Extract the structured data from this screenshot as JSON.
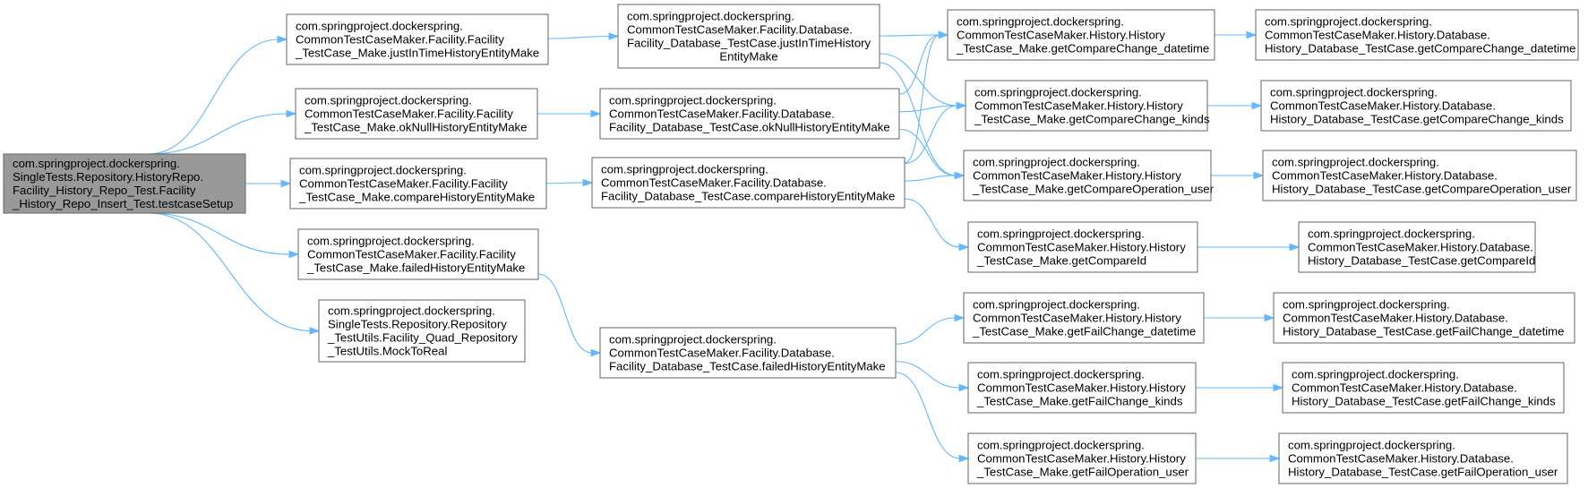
{
  "diagram": {
    "nodes": [
      {
        "id": "n0",
        "root": true,
        "lines": [
          "com.springproject.dockerspring.",
          "SingleTests.Repository.HistoryRepo.",
          "Facility_History_Repo_Test.Facility",
          "_History_Repo_Insert_Test.testcaseSetup"
        ]
      },
      {
        "id": "n1",
        "lines": [
          "com.springproject.dockerspring.",
          "CommonTestCaseMaker.Facility.Facility",
          "_TestCase_Make.justInTimeHistoryEntityMake"
        ]
      },
      {
        "id": "n2",
        "lines": [
          "com.springproject.dockerspring.",
          "CommonTestCaseMaker.Facility.Facility",
          "_TestCase_Make.okNullHistoryEntityMake"
        ]
      },
      {
        "id": "n3",
        "lines": [
          "com.springproject.dockerspring.",
          "CommonTestCaseMaker.Facility.Facility",
          "_TestCase_Make.compareHistoryEntityMake"
        ]
      },
      {
        "id": "n4",
        "lines": [
          "com.springproject.dockerspring.",
          "CommonTestCaseMaker.Facility.Facility",
          "_TestCase_Make.failedHistoryEntityMake"
        ]
      },
      {
        "id": "n5",
        "lines": [
          "com.springproject.dockerspring.",
          "SingleTests.Repository.Repository",
          "_TestUtils.Facility_Quad_Repository",
          "_TestUtils.MockToReal"
        ]
      },
      {
        "id": "n6",
        "lines": [
          "com.springproject.dockerspring.",
          "CommonTestCaseMaker.Facility.Database.",
          "Facility_Database_TestCase.justInTimeHistory",
          "EntityMake"
        ]
      },
      {
        "id": "n7",
        "lines": [
          "com.springproject.dockerspring.",
          "CommonTestCaseMaker.Facility.Database.",
          "Facility_Database_TestCase.okNullHistoryEntityMake"
        ]
      },
      {
        "id": "n8",
        "lines": [
          "com.springproject.dockerspring.",
          "CommonTestCaseMaker.Facility.Database.",
          "Facility_Database_TestCase.compareHistoryEntityMake"
        ]
      },
      {
        "id": "n9",
        "lines": [
          "com.springproject.dockerspring.",
          "CommonTestCaseMaker.Facility.Database.",
          "Facility_Database_TestCase.failedHistoryEntityMake"
        ]
      },
      {
        "id": "n10",
        "lines": [
          "com.springproject.dockerspring.",
          "CommonTestCaseMaker.History.History",
          "_TestCase_Make.getCompareChange_datetime"
        ]
      },
      {
        "id": "n11",
        "lines": [
          "com.springproject.dockerspring.",
          "CommonTestCaseMaker.History.History",
          "_TestCase_Make.getCompareChange_kinds"
        ]
      },
      {
        "id": "n12",
        "lines": [
          "com.springproject.dockerspring.",
          "CommonTestCaseMaker.History.History",
          "_TestCase_Make.getCompareOperation_user"
        ]
      },
      {
        "id": "n13",
        "lines": [
          "com.springproject.dockerspring.",
          "CommonTestCaseMaker.History.History",
          "_TestCase_Make.getCompareId"
        ]
      },
      {
        "id": "n14",
        "lines": [
          "com.springproject.dockerspring.",
          "CommonTestCaseMaker.History.History",
          "_TestCase_Make.getFailChange_datetime"
        ]
      },
      {
        "id": "n15",
        "lines": [
          "com.springproject.dockerspring.",
          "CommonTestCaseMaker.History.History",
          "_TestCase_Make.getFailChange_kinds"
        ]
      },
      {
        "id": "n16",
        "lines": [
          "com.springproject.dockerspring.",
          "CommonTestCaseMaker.History.History",
          "_TestCase_Make.getFailOperation_user"
        ]
      },
      {
        "id": "n17",
        "lines": [
          "com.springproject.dockerspring.",
          "CommonTestCaseMaker.History.Database.",
          "History_Database_TestCase.getCompareChange_datetime"
        ]
      },
      {
        "id": "n18",
        "lines": [
          "com.springproject.dockerspring.",
          "CommonTestCaseMaker.History.Database.",
          "History_Database_TestCase.getCompareChange_kinds"
        ]
      },
      {
        "id": "n19",
        "lines": [
          "com.springproject.dockerspring.",
          "CommonTestCaseMaker.History.Database.",
          "History_Database_TestCase.getCompareOperation_user"
        ]
      },
      {
        "id": "n20",
        "lines": [
          "com.springproject.dockerspring.",
          "CommonTestCaseMaker.History.Database.",
          "History_Database_TestCase.getCompareId"
        ]
      },
      {
        "id": "n21",
        "lines": [
          "com.springproject.dockerspring.",
          "CommonTestCaseMaker.History.Database.",
          "History_Database_TestCase.getFailChange_datetime"
        ]
      },
      {
        "id": "n22",
        "lines": [
          "com.springproject.dockerspring.",
          "CommonTestCaseMaker.History.Database.",
          "History_Database_TestCase.getFailChange_kinds"
        ]
      },
      {
        "id": "n23",
        "lines": [
          "com.springproject.dockerspring.",
          "CommonTestCaseMaker.History.Database.",
          "History_Database_TestCase.getFailOperation_user"
        ]
      }
    ],
    "edges": [
      [
        "n0",
        "n1"
      ],
      [
        "n0",
        "n2"
      ],
      [
        "n0",
        "n3"
      ],
      [
        "n0",
        "n4"
      ],
      [
        "n0",
        "n5"
      ],
      [
        "n1",
        "n6"
      ],
      [
        "n2",
        "n7"
      ],
      [
        "n3",
        "n8"
      ],
      [
        "n4",
        "n9"
      ],
      [
        "n6",
        "n10"
      ],
      [
        "n6",
        "n11"
      ],
      [
        "n6",
        "n12"
      ],
      [
        "n7",
        "n10"
      ],
      [
        "n7",
        "n11"
      ],
      [
        "n7",
        "n12"
      ],
      [
        "n8",
        "n10"
      ],
      [
        "n8",
        "n11"
      ],
      [
        "n8",
        "n12"
      ],
      [
        "n8",
        "n13"
      ],
      [
        "n9",
        "n14"
      ],
      [
        "n9",
        "n15"
      ],
      [
        "n9",
        "n16"
      ],
      [
        "n10",
        "n17"
      ],
      [
        "n11",
        "n18"
      ],
      [
        "n12",
        "n19"
      ],
      [
        "n13",
        "n20"
      ],
      [
        "n14",
        "n21"
      ],
      [
        "n15",
        "n22"
      ],
      [
        "n16",
        "n23"
      ]
    ]
  }
}
